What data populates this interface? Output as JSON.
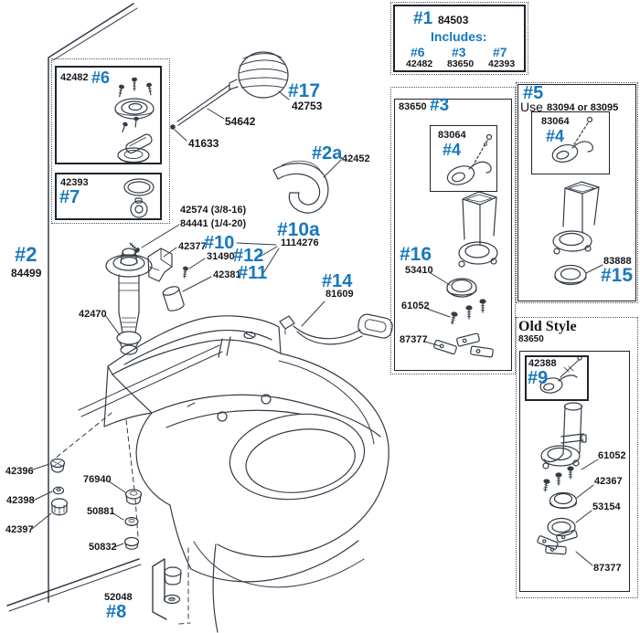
{
  "meta": {
    "accent": "#1778be",
    "ink": "#15171c",
    "line": "#343b47"
  },
  "box1": {
    "ref": "#1",
    "part": "84503",
    "includes": "Includes:",
    "items": [
      {
        "ref": "#6",
        "part": "42482"
      },
      {
        "ref": "#3",
        "part": "83650"
      },
      {
        "ref": "#7",
        "part": "42393"
      }
    ]
  },
  "left_box": {
    "top": {
      "part": "42482",
      "ref": "#6"
    },
    "bottom": {
      "part": "42393",
      "ref": "#7"
    }
  },
  "float": {
    "ref": "#17",
    "part": "42753",
    "rod": "54642",
    "tip": "41633"
  },
  "tube": {
    "ref": "#2a",
    "part": "42452"
  },
  "tank": {
    "ref": "#2",
    "part": "84499",
    "fill_valve": "42470",
    "bolt_a": "42574 (3/8-16)",
    "bolt_b": "84441 (1/4-20)"
  },
  "cluster": {
    "r10": {
      "ref": "#10",
      "part": "42377"
    },
    "r12": {
      "ref": "#12",
      "part": "31490"
    },
    "r11": {
      "ref": "#11",
      "part": "42381"
    },
    "r10a": {
      "ref": "#10a",
      "part": "1114276"
    }
  },
  "lever": {
    "ref": "#14",
    "part": "81609"
  },
  "base_parts": {
    "b42396": "42396",
    "b76940": "76940",
    "b42398": "42398",
    "b42397": "42397",
    "b50881": "50881",
    "b50832": "50832",
    "cap": {
      "part": "52048",
      "ref": "#8"
    }
  },
  "box3": {
    "part": "83650",
    "ref": "#3",
    "flapper": {
      "part": "83064",
      "ref": "#4"
    },
    "seal": {
      "ref": "#16",
      "part": "53410"
    },
    "bolts": "61052",
    "clips": "87377"
  },
  "box5": {
    "ref": "#5",
    "use_word": "Use",
    "use_parts": "83094 or 83095",
    "flapper": {
      "part": "83064",
      "ref": "#4"
    },
    "gasket": {
      "part": "83888",
      "ref": "#15"
    }
  },
  "old_style": {
    "title": "Old Style",
    "part": "83650",
    "flapper": {
      "part": "42388",
      "ref": "#9"
    },
    "bolts": "61052",
    "gasket_a": "42367",
    "gasket_b": "53154",
    "clips": "87377"
  }
}
